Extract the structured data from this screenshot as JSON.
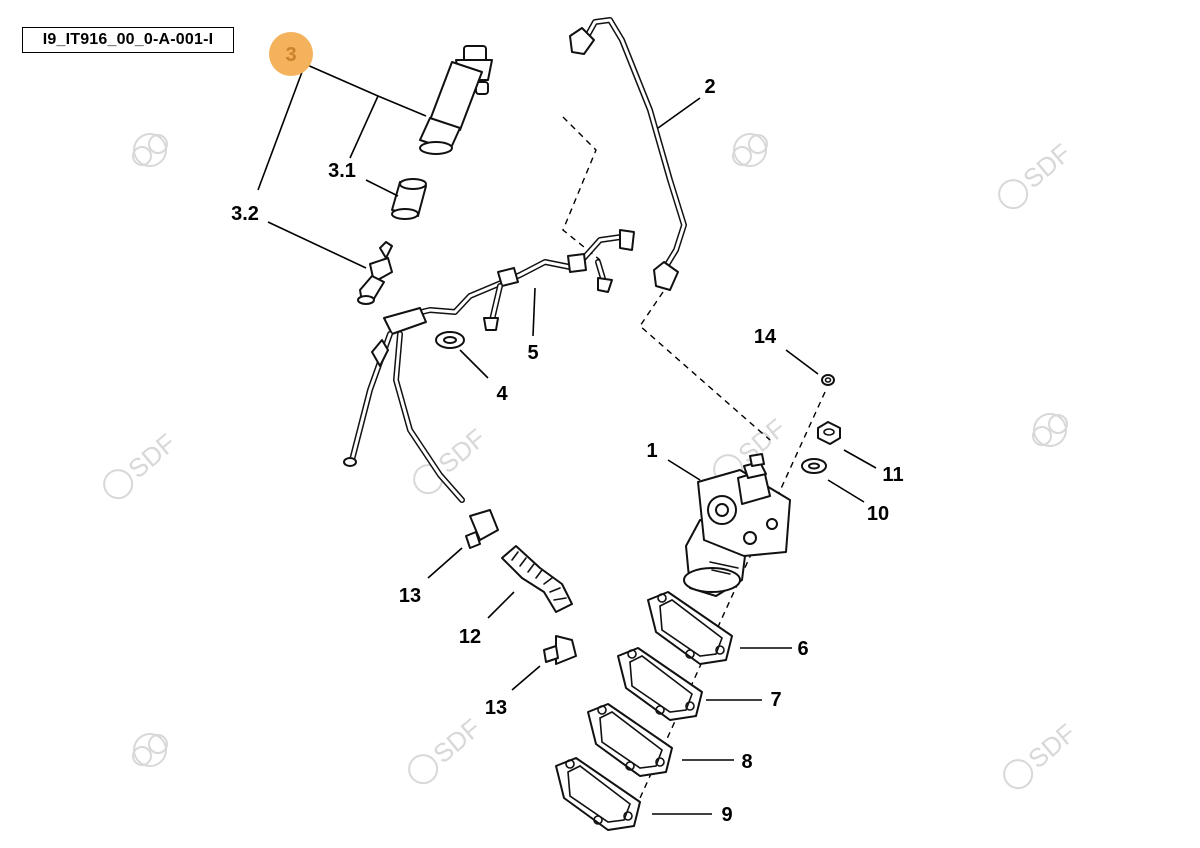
{
  "reference_code": "I9_IT916_00_0-A-001-I",
  "watermark": "SDF",
  "highlight_color": "#f5b25c",
  "callouts": {
    "c1": "1",
    "c2": "2",
    "c3": "3",
    "c3_1": "3.1",
    "c3_2": "3.2",
    "c4": "4",
    "c5": "5",
    "c6": "6",
    "c7": "7",
    "c8": "8",
    "c9": "9",
    "c10": "10",
    "c11": "11",
    "c12": "12",
    "c13a": "13",
    "c13b": "13",
    "c14": "14"
  }
}
